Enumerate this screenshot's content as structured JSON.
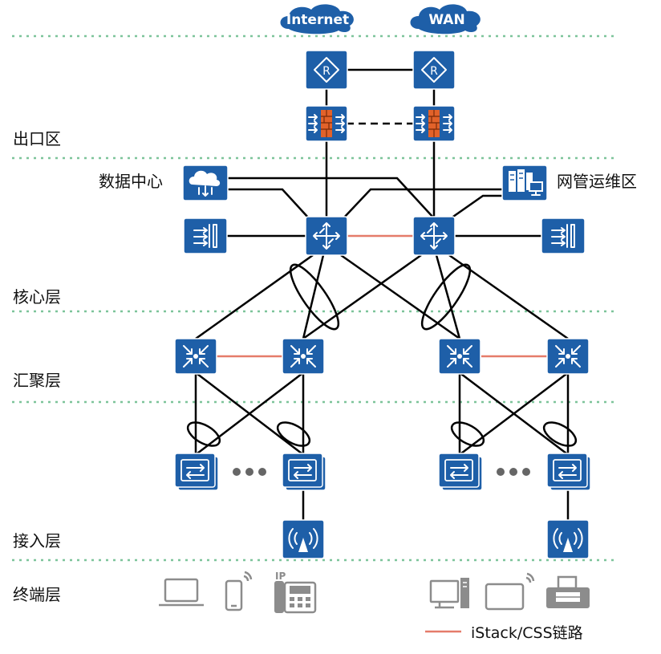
{
  "clouds": {
    "internet": "Internet",
    "wan": "WAN"
  },
  "layers": {
    "egress": "出口区",
    "core": "核心层",
    "aggregation": "汇聚层",
    "access": "接入层",
    "terminal": "终端层"
  },
  "side_labels": {
    "data_center": "数据中心",
    "nms": "网管运维区"
  },
  "legend": {
    "istack_label": "iStack/CSS链路",
    "istack_color": "#e57c6a"
  },
  "colors": {
    "device": "#1e5fa8",
    "firewall": "#e2622a",
    "separator": "#7dc49a",
    "terminal": "#8c8c8c"
  },
  "icons": {
    "router": "router-icon",
    "firewall": "firewall-icon",
    "core_switch": "core-switch-icon",
    "aggregation_switch": "aggregation-switch-icon",
    "access_switch": "access-switch-icon",
    "ap": "wireless-ap-icon",
    "data_center": "cloud-server-icon",
    "nms": "server-monitor-icon",
    "side_device": "side-appliance-icon",
    "laptop": "laptop-icon",
    "phone": "mobile-phone-icon",
    "ip_phone": "ip-phone-icon",
    "desktop": "desktop-pc-icon",
    "tablet": "tablet-icon",
    "printer": "printer-icon"
  },
  "ip_label": "IP"
}
